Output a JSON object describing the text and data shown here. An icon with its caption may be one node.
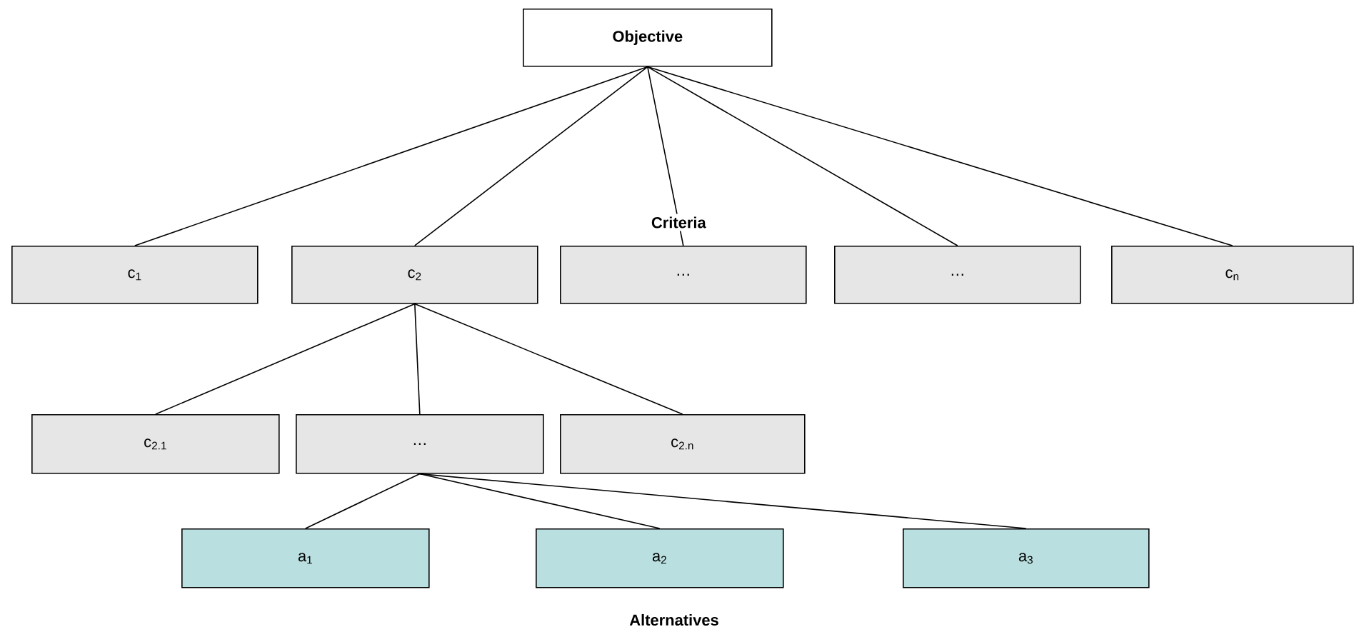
{
  "diagram": {
    "nodes": [
      {
        "text": [
          "Objective"
        ]
      },
      {
        "text": [
          "c$_{1}$"
        ]
      },
      {
        "text": [
          "c$_{2}$"
        ]
      },
      {
        "text": [
          "…"
        ]
      },
      {
        "text": [
          "…"
        ]
      },
      {
        "text": [
          "c$_{n}$"
        ]
      },
      {
        "text": [
          "c$_{2.1}$"
        ]
      },
      {
        "text": [
          "…"
        ]
      },
      {
        "text": [
          "c$_{2.n}$"
        ]
      },
      {
        "text": [
          "a$_{1}$"
        ]
      },
      {
        "text": [
          "a$_{2}$"
        ]
      },
      {
        "text": [
          "a$_{3}$"
        ]
      }
    ],
    "edges": [
      {
        "from": 0,
        "to": 1,
        "arrow": "none"
      },
      {
        "from": 0,
        "to": 2,
        "arrow": "none"
      },
      {
        "from": 0,
        "to": 3,
        "arrow": "none",
        "label": "Criteria"
      },
      {
        "from": 0,
        "to": 4,
        "arrow": "none"
      },
      {
        "from": 0,
        "to": 5,
        "arrow": "none"
      },
      {
        "from": 2,
        "to": 6,
        "arrow": "none"
      },
      {
        "from": 2,
        "to": 7,
        "arrow": "none"
      },
      {
        "from": 2,
        "to": 8,
        "arrow": "none"
      },
      {
        "from": 7,
        "to": 9,
        "arrow": "none"
      },
      {
        "from": 7,
        "to": 10,
        "arrow": "none"
      },
      {
        "from": 7,
        "to": 11,
        "arrow": "none"
      }
    ],
    "labels": [
      "Alternatives"
    ]
  }
}
